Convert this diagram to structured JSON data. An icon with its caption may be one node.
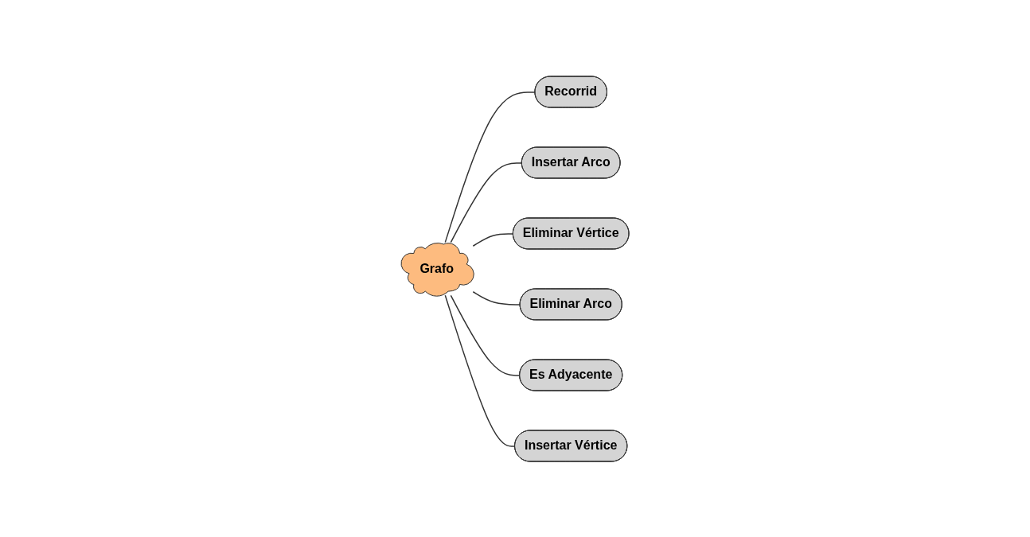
{
  "diagram": {
    "nodes": [
      {
        "text": [
          "Recorrid"
        ]
      },
      {
        "text": [
          "Insertar Arco"
        ]
      },
      {
        "text": [
          "Grafo"
        ]
      },
      {
        "text": [
          "Eliminar Vértice"
        ]
      },
      {
        "text": [
          "Eliminar Arco"
        ]
      },
      {
        "text": [
          "Es Adyacente"
        ]
      },
      {
        "text": [
          "Insertar Vértice"
        ]
      }
    ],
    "edges": [
      {
        "from": 2,
        "to": 0,
        "arrow": "none"
      },
      {
        "from": 2,
        "to": 1,
        "arrow": "none"
      },
      {
        "from": 2,
        "to": 3,
        "arrow": "none"
      },
      {
        "from": 2,
        "to": 4,
        "arrow": "none"
      },
      {
        "from": 2,
        "to": 5,
        "arrow": "none"
      },
      {
        "from": 2,
        "to": 6,
        "arrow": "none"
      }
    ]
  }
}
